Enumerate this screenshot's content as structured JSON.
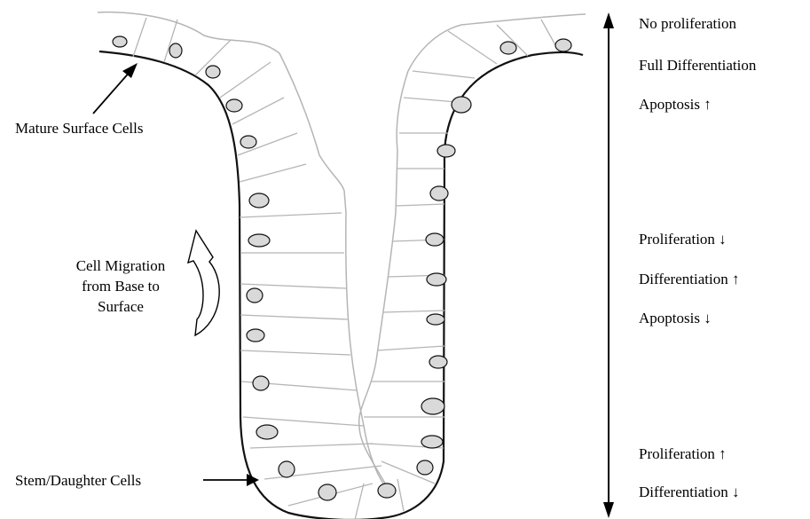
{
  "colors": {
    "outline": "#111111",
    "cell_wall": "#b5b5b5",
    "nucleus_fill": "#d9d9d9",
    "text": "#000000"
  },
  "labels": {
    "mature": "Mature Surface Cells",
    "migration_line1": "Cell Migration",
    "migration_line2": "from Base to",
    "migration_line3": "Surface",
    "stem": "Stem/Daughter Cells"
  },
  "gradient": {
    "top": [
      "No proliferation",
      "Full Differentiation",
      "Apoptosis ↑"
    ],
    "middle": [
      "Proliferation  ↓",
      "Differentiation  ↑",
      "Apoptosis ↓"
    ],
    "bottom": [
      "Proliferation ↑",
      "Differentiation ↓"
    ]
  }
}
